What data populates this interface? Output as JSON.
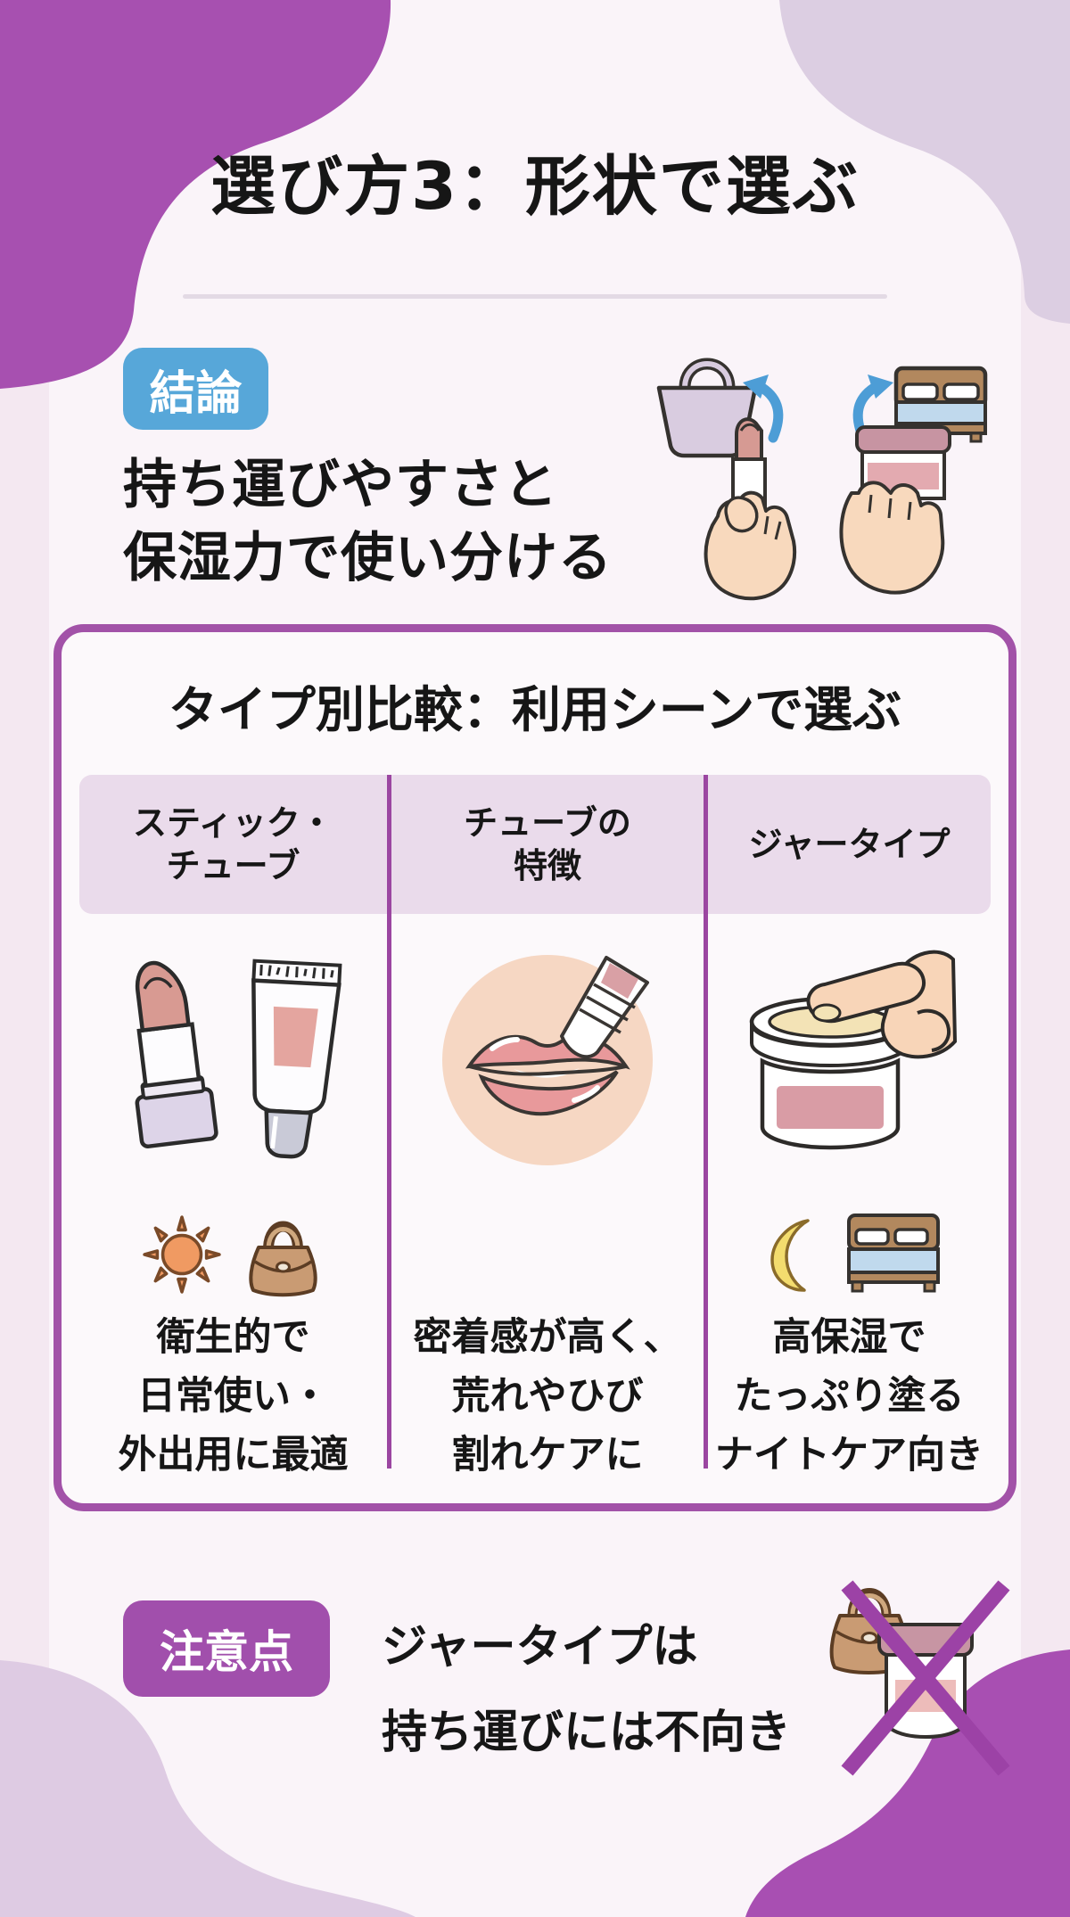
{
  "page": {
    "title": "選び方3：形状で選ぶ"
  },
  "conclusion": {
    "badge_label": "結論",
    "lines": [
      "持ち運びやすさと",
      "保湿力で使い分ける"
    ],
    "illustration": {
      "left_destination_icon": "tote-bag",
      "right_destination_icon": "bed",
      "left_item": "hand-holding-lip-balm-stick",
      "right_item": "hand-holding-lip-balm-jar"
    }
  },
  "comparison_card": {
    "title": "タイプ別比較：利用シーンで選ぶ",
    "columns": [
      {
        "header_lines": [
          "スティック・",
          "チューブ"
        ],
        "illustration": "lipstick-and-tube",
        "scene_icons": [
          "sun",
          "handbag"
        ],
        "description_lines": [
          "衛生的で",
          "日常使い・",
          "外出用に最適"
        ]
      },
      {
        "header_lines": [
          "チューブの",
          "特徴"
        ],
        "illustration": "tube-applying-to-lips",
        "scene_icons": [],
        "description_lines": [
          "密着感が高く、",
          "荒れやひび",
          "割れケアに"
        ]
      },
      {
        "header_lines": [
          "ジャータイプ"
        ],
        "illustration": "jar-with-finger",
        "scene_icons": [
          "crescent-moon",
          "bed"
        ],
        "description_lines": [
          "高保湿で",
          "たっぷり塗る",
          "ナイトケア向き"
        ]
      }
    ]
  },
  "caution": {
    "badge_label": "注意点",
    "lines": [
      "ジャータイプは",
      "持ち運びには不向き"
    ],
    "illustration": "handbag-and-jar-crossed-out"
  },
  "colors": {
    "page_background": "#f4e8f1",
    "center_blob": "#faf4f9",
    "blob_purple_top_left": "#a750b0",
    "blob_purple_bottom_right": "#a84fb2",
    "blob_lavender": "#dccee2",
    "card_border": "#a252a8",
    "table_divider": "#9b46a1",
    "header_cell_background": "#eadbeb",
    "conclusion_badge_blue": "#57a7d9",
    "caution_badge_purple": "#a14fac",
    "cross_mark_purple": "#9c42a6",
    "text_color": "#161616"
  }
}
